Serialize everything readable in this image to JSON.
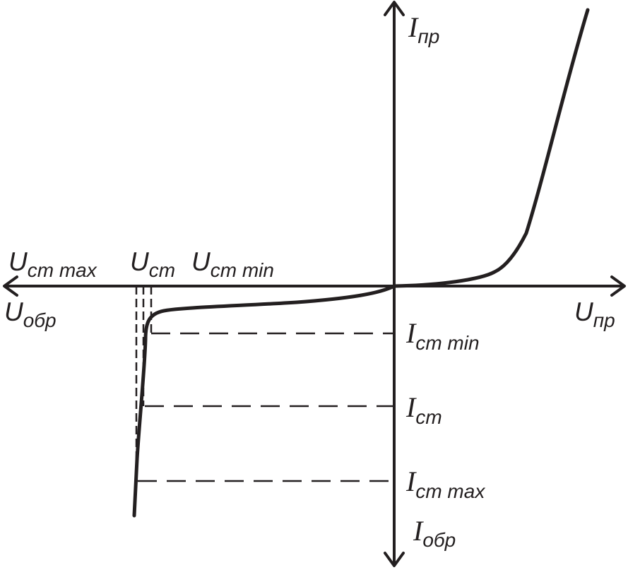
{
  "axes": {
    "y_positive": {
      "main": "I",
      "sub": "пр"
    },
    "x_positive": {
      "main": "U",
      "sub": "пр"
    },
    "x_negative": {
      "main": "U",
      "sub": "обр"
    },
    "y_negative": {
      "main": "I",
      "sub": "обр"
    }
  },
  "voltage_labels": {
    "u_st_max": {
      "main": "U",
      "sub": "ст max"
    },
    "u_st": {
      "main": "U",
      "sub": "ст"
    },
    "u_st_min": {
      "main": "U",
      "sub": "ст min"
    }
  },
  "current_labels": {
    "i_st_min": {
      "main": "I",
      "sub": "ст min"
    },
    "i_st": {
      "main": "I",
      "sub": "ст"
    },
    "i_st_max": {
      "main": "I",
      "sub": "ст max"
    }
  },
  "colors": {
    "ink": "#231f20",
    "background": "#ffffff"
  }
}
